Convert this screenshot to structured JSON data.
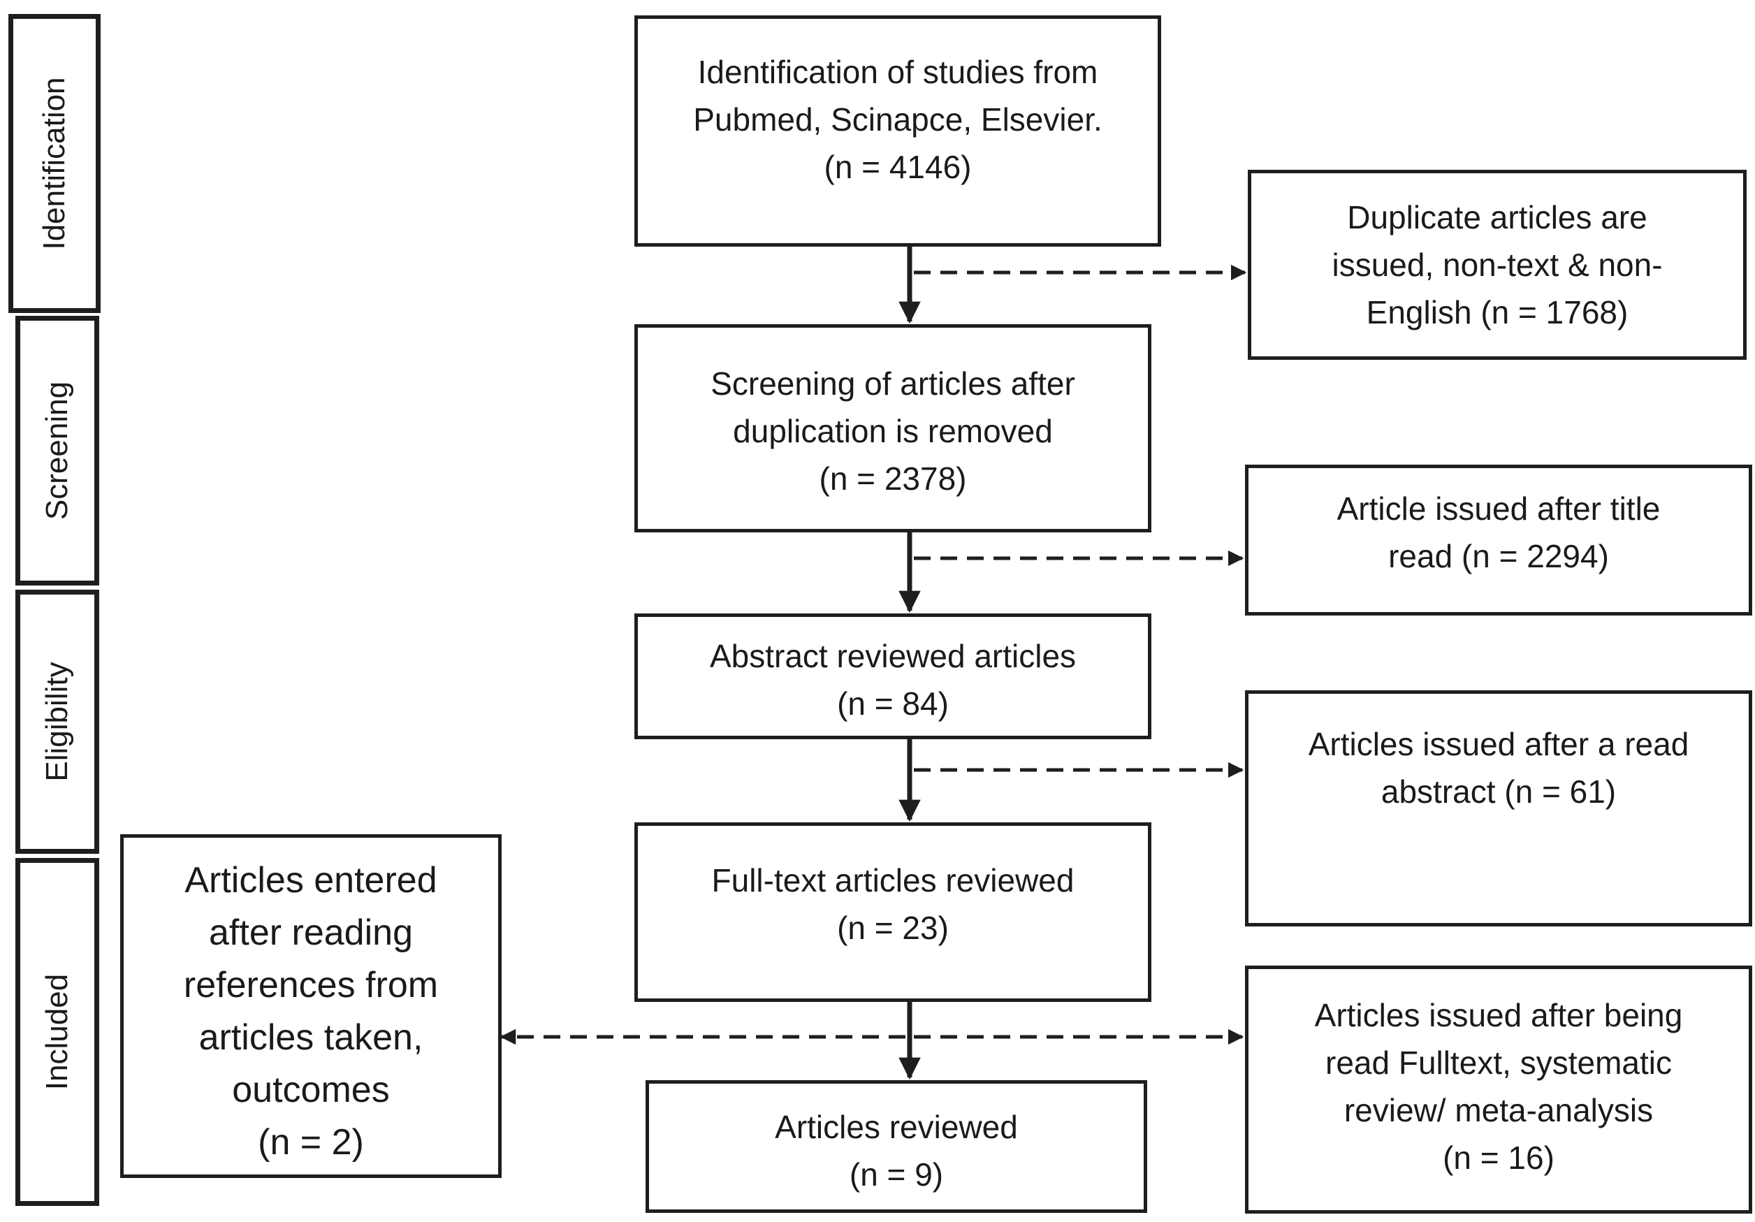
{
  "stages": [
    {
      "id": "identification",
      "label": "Identification"
    },
    {
      "id": "screening",
      "label": "Screening"
    },
    {
      "id": "eligibility",
      "label": "Eligibility"
    },
    {
      "id": "included",
      "label": "Included"
    }
  ],
  "main_flow": {
    "identification": [
      "Identification of studies from",
      "Pubmed, Scinapce, Elsevier.",
      "(n = 4146)"
    ],
    "screening": [
      "Screening of articles after",
      "duplication is removed",
      "(n = 2378)"
    ],
    "abstract_review": [
      "Abstract reviewed articles",
      "(n = 84)"
    ],
    "fulltext_review": [
      "Full-text articles reviewed",
      "(n = 23)"
    ],
    "reviewed": [
      "Articles reviewed",
      "(n = 9)"
    ]
  },
  "exclusions": {
    "duplicates": [
      "Duplicate articles are",
      "issued, non-text & non-",
      "English (n = 1768)"
    ],
    "title": [
      "Article issued after title",
      "read (n = 2294)"
    ],
    "abstract": [
      "Articles issued after a read",
      "abstract (n = 61)"
    ],
    "fulltext": [
      "Articles issued after being",
      "read Fulltext, systematic",
      "review/ meta-analysis",
      "(n = 16)"
    ]
  },
  "added": {
    "references": [
      "Articles entered",
      "after reading",
      "references from",
      "articles taken,",
      "outcomes",
      "(n = 2)"
    ]
  },
  "colors": {
    "line": "#1e1e1e",
    "background": "#ffffff"
  }
}
